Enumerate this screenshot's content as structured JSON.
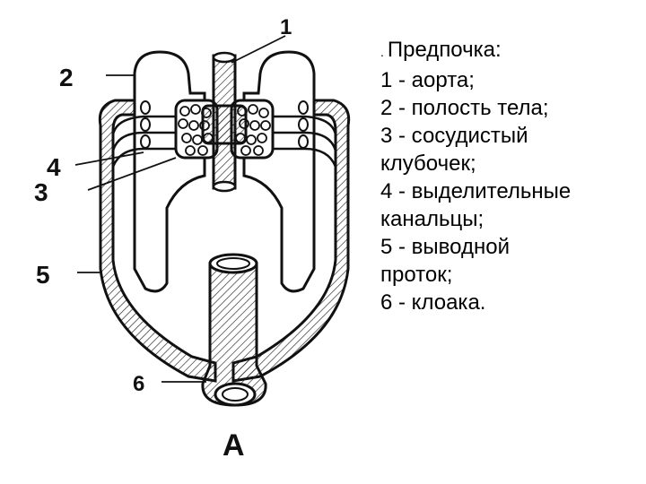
{
  "diagram": {
    "callouts": {
      "n1": "1",
      "n2": "2",
      "n3": "3",
      "n4": "4",
      "n5": "5",
      "n6": "6"
    },
    "caption": "А"
  },
  "legend": {
    "marker": ".",
    "title": "Предпочка:",
    "lines": [
      "1 - аорта;",
      "2 - полость тела;",
      "3 - сосудистый",
      "клубочек;",
      "4 - выделительные",
      "канальцы;",
      "5 - выводной",
      "проток;",
      "6 - клоака."
    ]
  }
}
